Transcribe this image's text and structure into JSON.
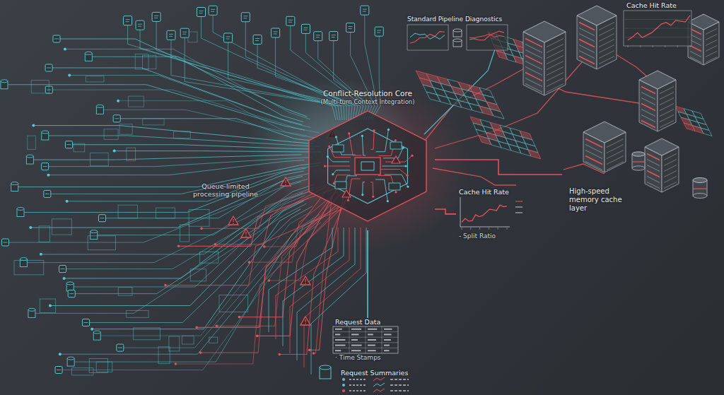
{
  "diagram": {
    "nodes": [
      {
        "text": [
          "Conflict-Resolution Core",
          "(Multi turn Context Integration)"
        ]
      },
      {
        "text": [
          "Standard Pipeline Diagnostics"
        ]
      },
      {
        "text": [
          "Cache Hit Rate"
        ]
      },
      {
        "text": [
          "Cache Hit Rate",
          "- Split Ratio"
        ]
      },
      {
        "text": [
          "High-speed memory cache layer"
        ]
      },
      {
        "text": [
          "Request Data",
          "· Time Stamps"
        ]
      },
      {
        "text": [
          "Request Summaries"
        ]
      }
    ],
    "edges": [
      {
        "from": 0,
        "to": 4,
        "arrow": "none"
      },
      {
        "from": 0,
        "to": 3,
        "arrow": "none"
      },
      {
        "from": 0,
        "to": 5,
        "arrow": "none"
      }
    ],
    "labels": [
      "Queue-limited processing pipeline"
    ]
  }
}
